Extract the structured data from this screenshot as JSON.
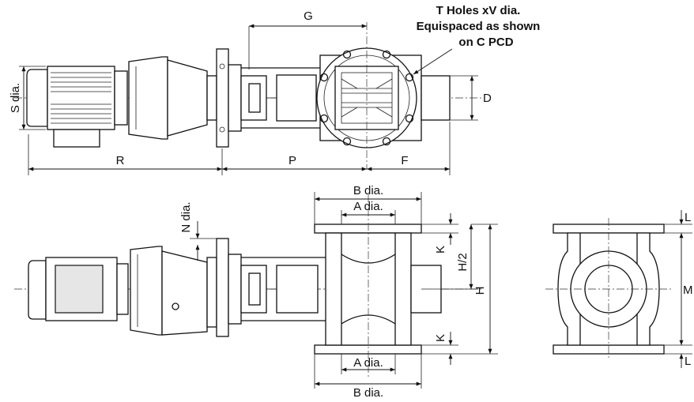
{
  "note": {
    "line1": "T Holes xV dia.",
    "line2": "Equispaced as shown",
    "line3": "on C PCD"
  },
  "top_view": {
    "G": "G",
    "D": "D",
    "S": "S dia.",
    "R": "R",
    "P": "P",
    "F": "F"
  },
  "front_view": {
    "B_top": "B dia.",
    "A_top": "A dia.",
    "N": "N dia.",
    "K_top": "K",
    "H2": "H/2",
    "H": "H",
    "K_bottom": "K",
    "A_bottom": "A dia.",
    "B_bottom": "B dia."
  },
  "side_view": {
    "L_top": "L",
    "M": "M",
    "L_bottom": "L"
  }
}
